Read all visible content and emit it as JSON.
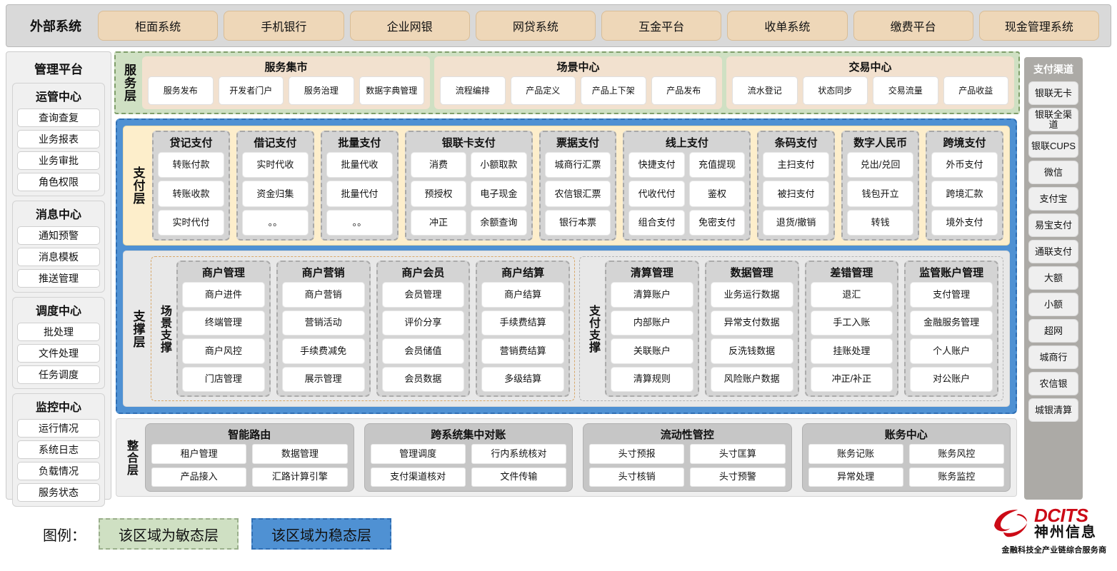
{
  "external": {
    "title": "外部系统",
    "items": [
      "柜面系统",
      "手机银行",
      "企业网银",
      "网贷系统",
      "互金平台",
      "收单系统",
      "缴费平台",
      "现金管理系统"
    ]
  },
  "left_sidebar": {
    "title": "管理平台",
    "groups": [
      {
        "title": "运管中心",
        "items": [
          "查询查复",
          "业务报表",
          "业务审批",
          "角色权限"
        ]
      },
      {
        "title": "消息中心",
        "items": [
          "通知预警",
          "消息模板",
          "推送管理"
        ]
      },
      {
        "title": "调度中心",
        "items": [
          "批处理",
          "文件处理",
          "任务调度"
        ]
      },
      {
        "title": "监控中心",
        "items": [
          "运行情况",
          "系统日志",
          "负载情况",
          "服务状态"
        ]
      }
    ]
  },
  "right_sidebar": {
    "title": "支付渠道",
    "items": [
      "银联无卡",
      "银联全渠道",
      "银联CUPS",
      "微信",
      "支付宝",
      "易宝支付",
      "通联支付",
      "大额",
      "小额",
      "超网",
      "城商行",
      "农信银",
      "城银清算"
    ]
  },
  "service_layer": {
    "label": "服务层",
    "groups": [
      {
        "title": "服务集市",
        "items": [
          "服务发布",
          "开发者门户",
          "服务治理",
          "数据字典管理"
        ]
      },
      {
        "title": "场景中心",
        "items": [
          "流程编排",
          "产品定义",
          "产品上下架",
          "产品发布"
        ]
      },
      {
        "title": "交易中心",
        "items": [
          "流水登记",
          "状态同步",
          "交易流量",
          "产品收益"
        ]
      }
    ]
  },
  "payment_layer": {
    "label": "支付层",
    "groups": [
      {
        "title": "贷记支付",
        "cols": 1,
        "rows": [
          [
            "转账付款"
          ],
          [
            "转账收款"
          ],
          [
            "实时代付"
          ]
        ]
      },
      {
        "title": "借记支付",
        "cols": 1,
        "rows": [
          [
            "实时代收"
          ],
          [
            "资金归集"
          ],
          [
            "。。"
          ]
        ]
      },
      {
        "title": "批量支付",
        "cols": 1,
        "rows": [
          [
            "批量代收"
          ],
          [
            "批量代付"
          ],
          [
            "。。"
          ]
        ]
      },
      {
        "title": "银联卡支付",
        "cols": 2,
        "rows": [
          [
            "消费",
            "小额取款"
          ],
          [
            "预授权",
            "电子现金"
          ],
          [
            "冲正",
            "余额查询"
          ]
        ]
      },
      {
        "title": "票据支付",
        "cols": 1,
        "rows": [
          [
            "城商行汇票"
          ],
          [
            "农信银汇票"
          ],
          [
            "银行本票"
          ]
        ]
      },
      {
        "title": "线上支付",
        "cols": 2,
        "rows": [
          [
            "快捷支付",
            "充值提现"
          ],
          [
            "代收代付",
            "鉴权"
          ],
          [
            "组合支付",
            "免密支付"
          ]
        ]
      },
      {
        "title": "条码支付",
        "cols": 1,
        "rows": [
          [
            "主扫支付"
          ],
          [
            "被扫支付"
          ],
          [
            "退货/撤销"
          ]
        ]
      },
      {
        "title": "数字人民币",
        "cols": 1,
        "rows": [
          [
            "兑出/兑回"
          ],
          [
            "钱包开立"
          ],
          [
            "转钱"
          ]
        ]
      },
      {
        "title": "跨境支付",
        "cols": 1,
        "rows": [
          [
            "外币支付"
          ],
          [
            "跨境汇款"
          ],
          [
            "境外支付"
          ]
        ]
      }
    ]
  },
  "support_layer": {
    "label": "支撑层",
    "scene": {
      "label": "场景支撑",
      "groups": [
        {
          "title": "商户管理",
          "items": [
            "商户进件",
            "终端管理",
            "商户风控",
            "门店管理"
          ]
        },
        {
          "title": "商户营销",
          "items": [
            "商户营销",
            "营销活动",
            "手续费减免",
            "展示管理"
          ]
        },
        {
          "title": "商户会员",
          "items": [
            "会员管理",
            "评价分享",
            "会员储值",
            "会员数据"
          ]
        },
        {
          "title": "商户结算",
          "items": [
            "商户结算",
            "手续费结算",
            "营销费结算",
            "多级结算"
          ]
        }
      ]
    },
    "pay": {
      "label": "支付支撑",
      "groups": [
        {
          "title": "清算管理",
          "items": [
            "清算账户",
            "内部账户",
            "关联账户",
            "清算规则"
          ]
        },
        {
          "title": "数据管理",
          "items": [
            "业务运行数据",
            "异常支付数据",
            "反洗钱数据",
            "风险账户数据"
          ]
        },
        {
          "title": "差错管理",
          "items": [
            "退汇",
            "手工入账",
            "挂账处理",
            "冲正/补正"
          ]
        },
        {
          "title": "监管账户管理",
          "items": [
            "支付管理",
            "金融服务管理",
            "个人账户",
            "对公账户"
          ]
        }
      ]
    }
  },
  "integration_layer": {
    "label": "整合层",
    "groups": [
      {
        "title": "智能路由",
        "rows": [
          [
            "租户管理",
            "数据管理"
          ],
          [
            "产品接入",
            "汇路计算引擎"
          ]
        ]
      },
      {
        "title": "跨系统集中对账",
        "rows": [
          [
            "管理调度",
            "行内系统核对"
          ],
          [
            "支付渠道核对",
            "文件传输"
          ]
        ]
      },
      {
        "title": "流动性管控",
        "rows": [
          [
            "头寸预报",
            "头寸匡算"
          ],
          [
            "头寸核销",
            "头寸预警"
          ]
        ]
      },
      {
        "title": "账务中心",
        "rows": [
          [
            "账务记账",
            "账务风控"
          ],
          [
            "异常处理",
            "账务监控"
          ]
        ]
      }
    ]
  },
  "legend": {
    "label": "图例：",
    "agile": "该区域为敏态层",
    "stable": "该区域为稳态层",
    "agile_color": "#cfe0c3",
    "stable_color": "#4f91d3"
  },
  "logo": {
    "brand_en": "DCITS",
    "brand_cn": "神州信息",
    "tagline": "金融科技全产业链综合服务商",
    "mark_color": "#cc0a16"
  }
}
